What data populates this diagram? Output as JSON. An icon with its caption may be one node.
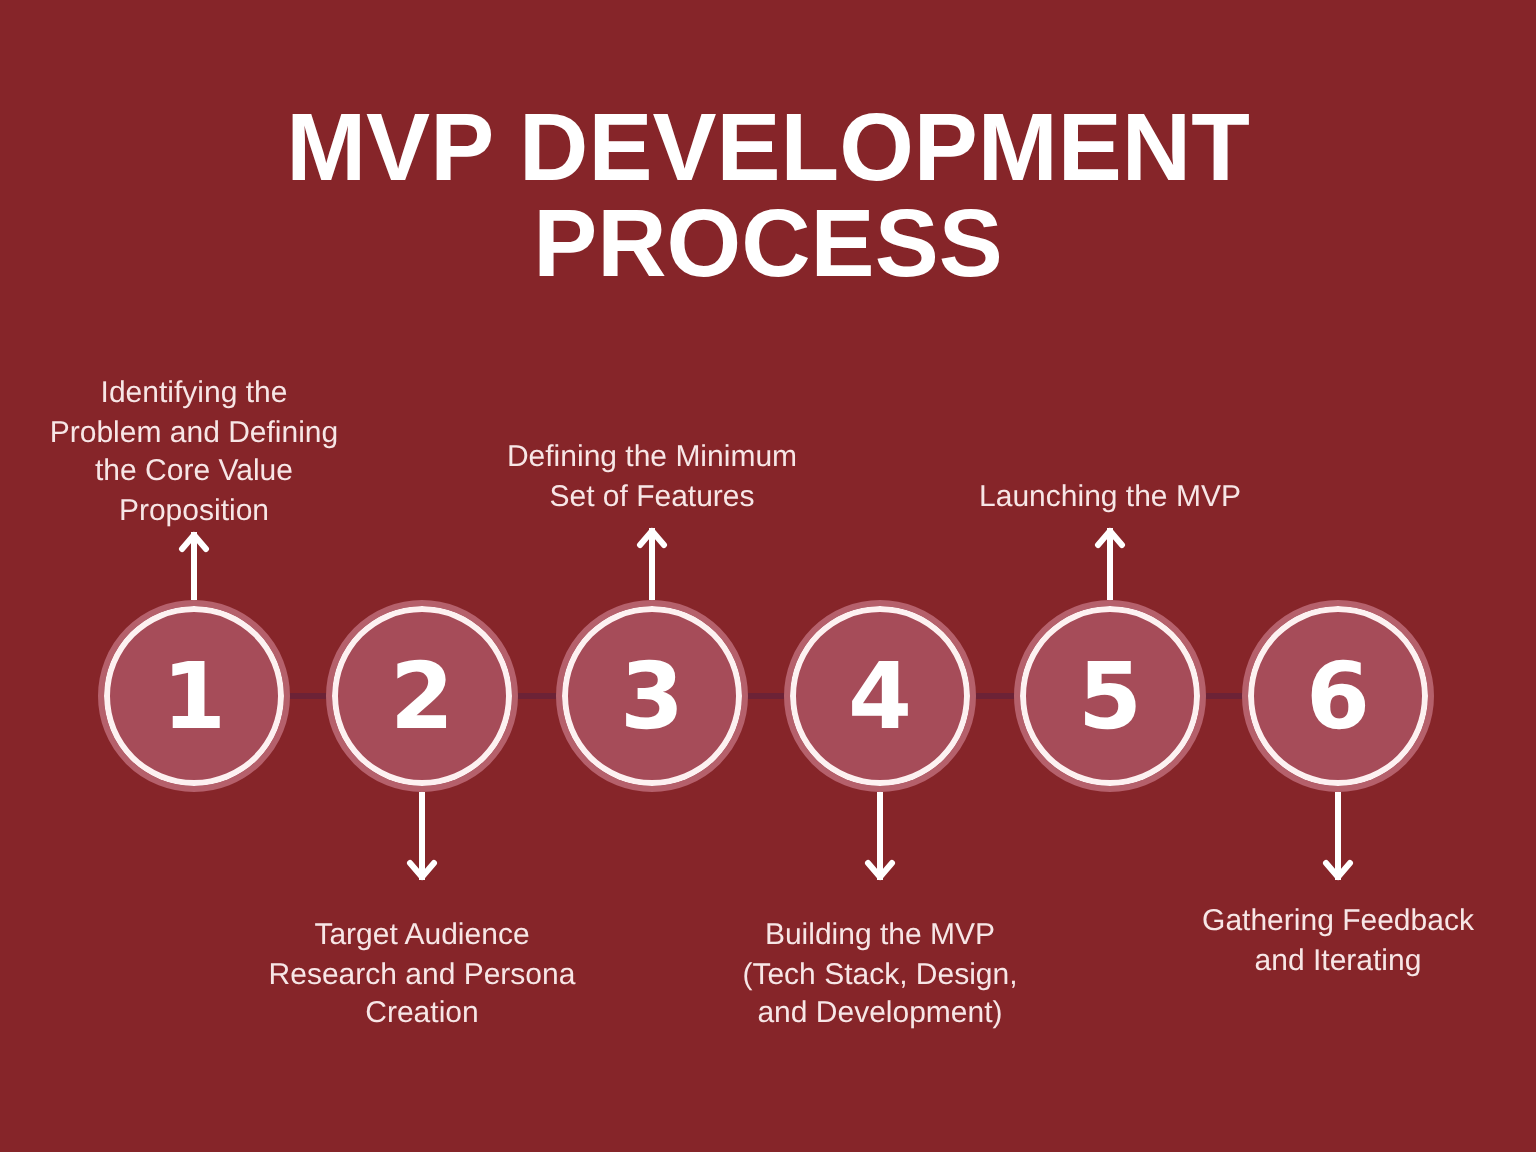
{
  "diagram": {
    "title": "MVP DEVELOPMENT PROCESS",
    "nodes": [
      {
        "text": [
          "1"
        ]
      },
      {
        "text": [
          "2"
        ]
      },
      {
        "text": [
          "3"
        ]
      },
      {
        "text": [
          "4"
        ]
      },
      {
        "text": [
          "5"
        ]
      },
      {
        "text": [
          "6"
        ]
      },
      {
        "text": [
          "Identifying the Problem and Defining the Core Value Proposition"
        ]
      },
      {
        "text": [
          "Target Audience Research and Persona Creation"
        ]
      },
      {
        "text": [
          "Defining the Minimum Set of Features"
        ]
      },
      {
        "text": [
          "Building the MVP (Tech Stack, Design, and Development)"
        ]
      },
      {
        "text": [
          "Launching the MVP"
        ]
      },
      {
        "text": [
          "Gathering Feedback and Iterating"
        ]
      }
    ],
    "edges": [
      {
        "from": 0,
        "to": 1,
        "arrow": "none",
        "color": "#6c2236"
      },
      {
        "from": 1,
        "to": 2,
        "arrow": "none",
        "color": "#6c2236"
      },
      {
        "from": 2,
        "to": 3,
        "arrow": "none",
        "color": "#6c2236"
      },
      {
        "from": 3,
        "to": 4,
        "arrow": "none",
        "color": "#6c2236"
      },
      {
        "from": 4,
        "to": 5,
        "arrow": "none",
        "color": "#6c2236"
      },
      {
        "from": 0,
        "to": 6,
        "arrow": "to"
      },
      {
        "from": 1,
        "to": 7,
        "arrow": "to"
      },
      {
        "from": 2,
        "to": 8,
        "arrow": "to"
      },
      {
        "from": 3,
        "to": 9,
        "arrow": "to"
      },
      {
        "from": 4,
        "to": 10,
        "arrow": "to"
      },
      {
        "from": 5,
        "to": 11,
        "arrow": "to"
      }
    ]
  }
}
